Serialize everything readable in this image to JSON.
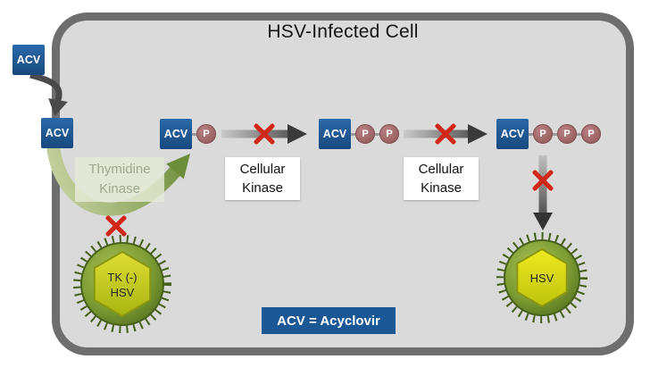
{
  "title": "HSV-Infected Cell",
  "legend_text": "ACV = Acyclovir",
  "acv_label": "ACV",
  "phosphate_label": "P",
  "thymidine_kinase": {
    "line1": "Thymidine",
    "line2": "Kinase"
  },
  "cellular_kinase": {
    "line1": "Cellular",
    "line2": "Kinase"
  },
  "tk_negative_virus": {
    "line1": "TK (-)",
    "line2": "HSV"
  },
  "hsv_virus": {
    "label": "HSV"
  },
  "colors": {
    "cell_fill": "#dadada",
    "cell_border": "#6e6e6e",
    "acv_blue": "#1c5795",
    "phosphate_mauve": "#a16a6a",
    "blocked_x_red": "#d02718",
    "arrow_gray_light": "#c9c9c9",
    "arrow_gray_dark": "#3f3f3f",
    "kinase_arrow_green": "#6e8d3a",
    "virus_green": "#7d9c33",
    "capsid_yellow": "#d8da20"
  }
}
